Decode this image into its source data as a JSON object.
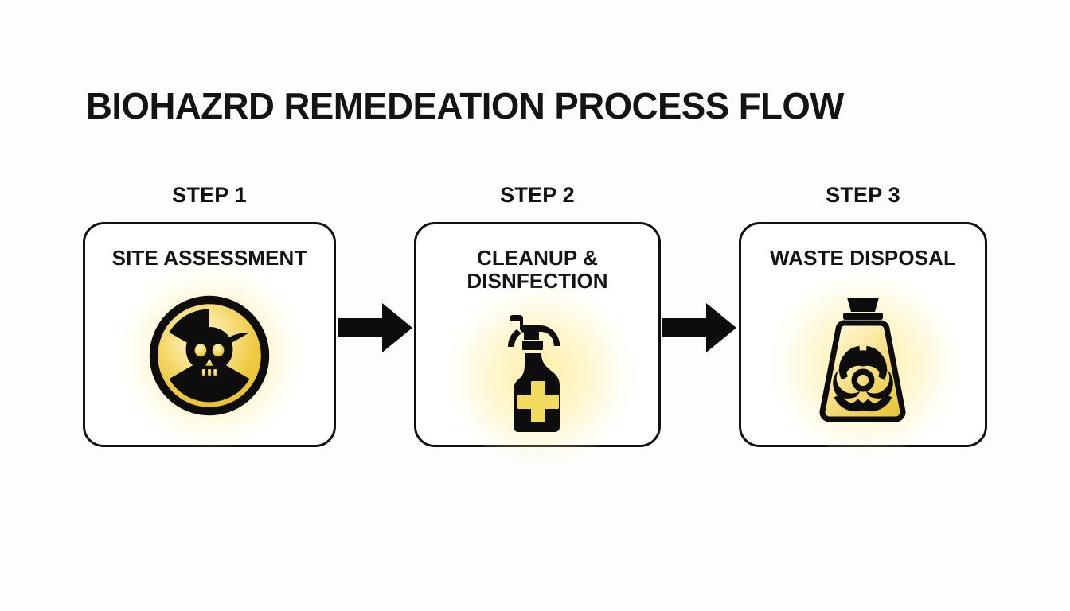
{
  "page": {
    "title": "BIOHAZRD REMEDEATION PROCESS FLOW",
    "background_color": "#fdfdfd",
    "text_color": "#141414",
    "accent_color": "#F2D64B",
    "outline_color": "#111111"
  },
  "steps": [
    {
      "step_label": "STEP 1",
      "card_title": "SITE ASSESSMENT",
      "icon": "radiation-skull-icon"
    },
    {
      "step_label": "STEP 2",
      "card_title_line1": "CLEANUP &",
      "card_title_line2": "DISNFECTION",
      "icon": "spray-bottle-icon"
    },
    {
      "step_label": "STEP 3",
      "card_title": "WASTE DISPOSAL",
      "icon": "biohazard-waste-bag-icon"
    }
  ],
  "connectors": [
    {
      "name": "arrow-step1-to-step2",
      "direction": "right"
    },
    {
      "name": "arrow-step2-to-step3",
      "direction": "right"
    }
  ]
}
